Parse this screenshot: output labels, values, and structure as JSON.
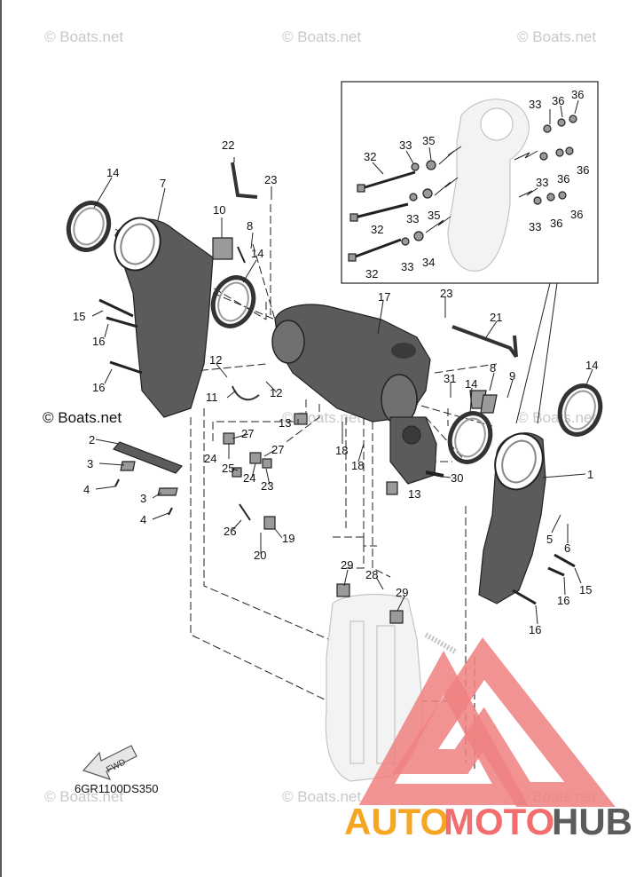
{
  "watermarks": {
    "top": [
      "© Boats.net",
      "© Boats.net",
      "© Boats.net"
    ],
    "mid_left": "© Boats.net",
    "mid": [
      "© Boats.net",
      "© Boats.net"
    ],
    "bottom": [
      "© Boats.net",
      "© Boats.net",
      "© Boats.net"
    ]
  },
  "diagram_code": "6GR1100DS350",
  "fwd_arrow_label": "FWD",
  "logo": {
    "part1": "AUTO",
    "part2": "MOTO",
    "part3": "HUB"
  },
  "part_numbers": {
    "n1": "1",
    "n2": "2",
    "n3a": "3",
    "n3b": "3",
    "n4a": "4",
    "n4b": "4",
    "n5": "5",
    "n6": "6",
    "n7": "7",
    "n8a": "8",
    "n8b": "8",
    "n9": "9",
    "n10": "10",
    "n11": "11",
    "n12a": "12",
    "n12b": "12",
    "n13a": "13",
    "n13b": "13",
    "n14a": "14",
    "n14b": "14",
    "n14c": "14",
    "n14d": "14",
    "n15a": "15",
    "n15b": "15",
    "n16a": "16",
    "n16b": "16",
    "n16c": "16",
    "n16d": "16",
    "n17": "17",
    "n18a": "18",
    "n18b": "18",
    "n19": "19",
    "n20": "20",
    "n21": "21",
    "n22": "22",
    "n23a": "23",
    "n23b": "23",
    "n23c": "23",
    "n24a": "24",
    "n24b": "24",
    "n25": "25",
    "n26": "26",
    "n27a": "27",
    "n27b": "27",
    "n28": "28",
    "n29a": "29",
    "n29b": "29",
    "n30": "30",
    "n31": "31",
    "n32a": "32",
    "n32b": "32",
    "n32c": "32",
    "n33a": "33",
    "n33b": "33",
    "n33c": "33",
    "n33d": "33",
    "n33e": "33",
    "n33f": "33",
    "n34": "34",
    "n35a": "35",
    "n35b": "35",
    "n36a": "36",
    "n36b": "36",
    "n36c": "36",
    "n36d": "36",
    "n36e": "36",
    "n36f": "36"
  },
  "colors": {
    "part_dark": "#5b5b5b",
    "part_light": "#9a9a9a",
    "ghost_part": "#f3f3f3",
    "logo_orange": "#f5a623",
    "logo_red": "#f26d6d",
    "logo_gray": "#5c5c5c",
    "triangle_red": "#f08080"
  }
}
